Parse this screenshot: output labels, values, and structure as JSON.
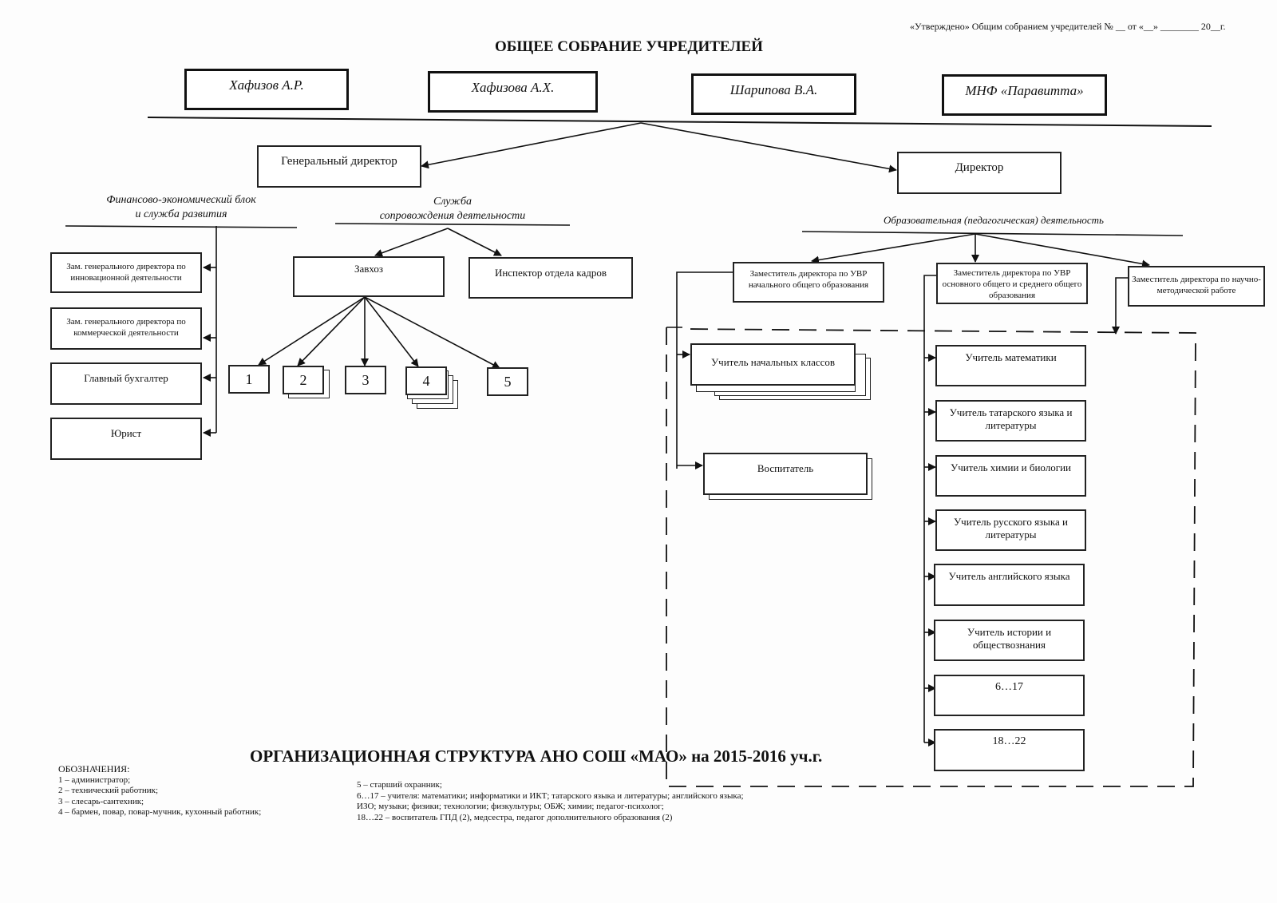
{
  "header": {
    "approval": "«Утверждено» Общим собранием учредителей № __ от «__» ________ 20__г.",
    "title": "ОБЩЕЕ СОБРАНИЕ УЧРЕДИТЕЛЕЙ"
  },
  "founders": [
    "Хафизов А.Р.",
    "Хафизова А.Х.",
    "Шарипова В.А.",
    "МНФ «Паравитта»"
  ],
  "top": {
    "general_director": "Генеральный директор",
    "director": "Директор"
  },
  "finance_block": {
    "label_line1": "Финансово-экономический блок",
    "label_line2": "и служба развития",
    "items": [
      "Зам. генерального директора по инновационной деятельности",
      "Зам. генерального директора по коммерческой деятельности",
      "Главный бухгалтер",
      "Юрист"
    ]
  },
  "support_service": {
    "label_line1": "Служба",
    "label_line2": "сопровождения деятельности",
    "zavhoz": "Завхоз",
    "hr_inspector": "Инспектор отдела кадров",
    "staff_numbers": [
      "1",
      "2",
      "3",
      "4",
      "5"
    ]
  },
  "education": {
    "label": "Образовательная (педагогическая) деятельность",
    "deputies": [
      "Заместитель директора по УВР начального общего образования",
      "Заместитель директора по УВР основного общего и среднего общего образования",
      "Заместитель директора по научно-методической работе"
    ],
    "primary": [
      "Учитель начальных классов",
      "Воспитатель"
    ],
    "teachers": [
      "Учитель математики",
      "Учитель татарского языка и литературы",
      "Учитель химии и биологии",
      "Учитель русского языка и литературы",
      "Учитель английского языка",
      "Учитель истории и обществознания",
      "6…17",
      "18…22"
    ]
  },
  "footer": {
    "title": "ОРГАНИЗАЦИОННАЯ СТРУКТУРА АНО СОШ «МАО» на 2015-2016 уч.г.",
    "legend_heading": "ОБОЗНАЧЕНИЯ:",
    "legend_left": [
      "1 – администратор;",
      "2 – технический работник;",
      "3 – слесарь-сантехник;",
      "4 – бармен, повар, повар-мучник, кухонный работник;"
    ],
    "legend_right": [
      "5 –  старший охранник;",
      "6…17 – учителя: математики; информатики и ИКТ;  татарского языка  и литературы;  английского языка;",
      "ИЗО; музыки;  физики;  технологии; физкультуры; ОБЖ; химии; педагог-психолог;",
      "18…22 –  воспитатель ГПД (2), медсестра, педагог дополнительного образования (2)"
    ]
  }
}
